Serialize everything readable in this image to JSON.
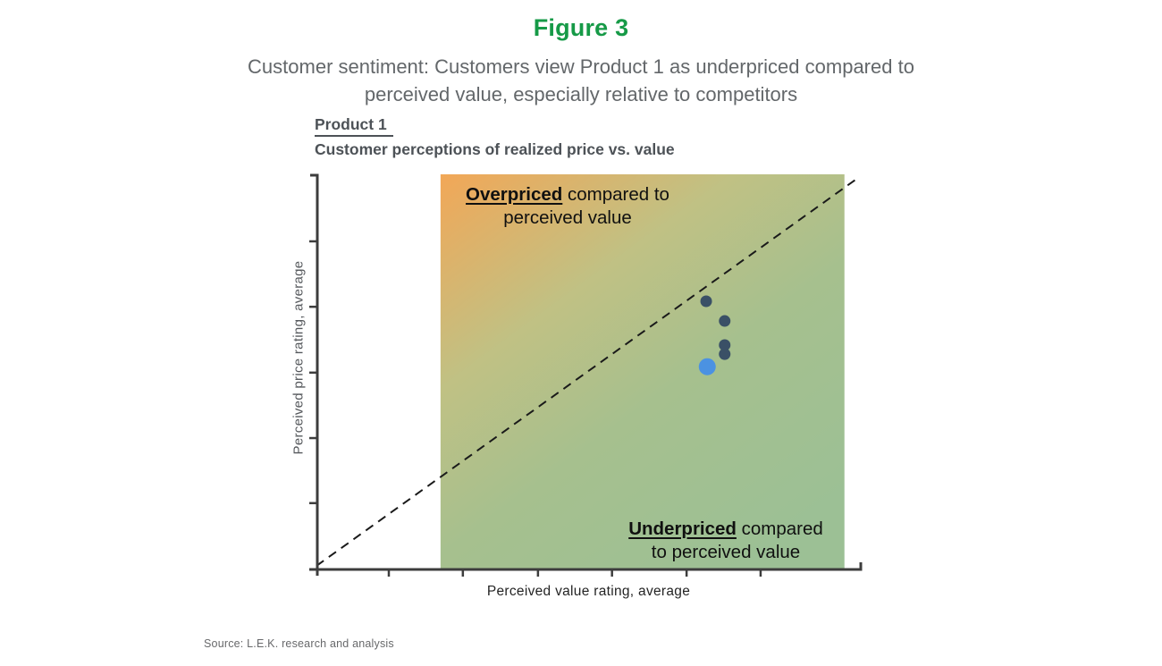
{
  "figure": {
    "title": "Figure 3",
    "subtitle_line1": "Customer sentiment: Customers view Product 1 as underpriced compared to",
    "subtitle_line2": "perceived value, especially relative to competitors"
  },
  "chart_header": {
    "product_label": "Product 1",
    "description": "Customer perceptions of realized price vs. value"
  },
  "chart_data": {
    "type": "scatter",
    "title": "Product 1 — Customer perceptions of realized price vs. value",
    "xlabel": "Perceived value rating, average",
    "ylabel": "Perceived price rating, average",
    "tick_labels_shown": false,
    "x_tick_fractions": [
      0.133,
      0.269,
      0.407,
      0.543,
      0.68,
      0.816
    ],
    "y_tick_fractions": [
      0.166,
      0.331,
      0.497,
      0.664,
      0.83
    ],
    "parity_line": {
      "style": "dashed",
      "from_xy": [
        0.0,
        0.0
      ],
      "to_xy": [
        0.993,
        0.989
      ]
    },
    "shaded_region": {
      "x_from": 0.228,
      "x_to": 0.97,
      "y_from": 0.0,
      "y_to": 1.0,
      "gradient_stops": [
        {
          "offset": 0.0,
          "color": "#f2a757"
        },
        {
          "offset": 0.35,
          "color": "#c0c184"
        },
        {
          "offset": 0.62,
          "color": "#a6c08e"
        },
        {
          "offset": 1.0,
          "color": "#9cc095"
        }
      ]
    },
    "annotations": [
      {
        "id": "overpriced",
        "bold_text": "Overpriced",
        "rest_line1": " compared to",
        "line2": "perceived value"
      },
      {
        "id": "underpriced",
        "bold_text": "Underpriced",
        "rest_line1": " compared",
        "line2": "to perceived value"
      }
    ],
    "series": [
      {
        "name": "competitor-products",
        "color": "#3a5066",
        "marker_radius": 6.5,
        "points": [
          [
            0.716,
            0.678
          ],
          [
            0.75,
            0.628
          ],
          [
            0.75,
            0.567
          ],
          [
            0.75,
            0.544
          ]
        ]
      },
      {
        "name": "product-1",
        "color": "#4b92e2",
        "marker_radius": 9.5,
        "points": [
          [
            0.718,
            0.512
          ]
        ]
      }
    ]
  },
  "source": "Source: L.E.K. research and analysis",
  "colors": {
    "figure_title": "#169a47",
    "subtitle_text": "#63676a",
    "chart_header_text": "#4d5257",
    "axis": "#3d3d3d",
    "annotation_text": "#101010",
    "competitor_dot": "#3a5066",
    "product_dot": "#4b92e2"
  }
}
